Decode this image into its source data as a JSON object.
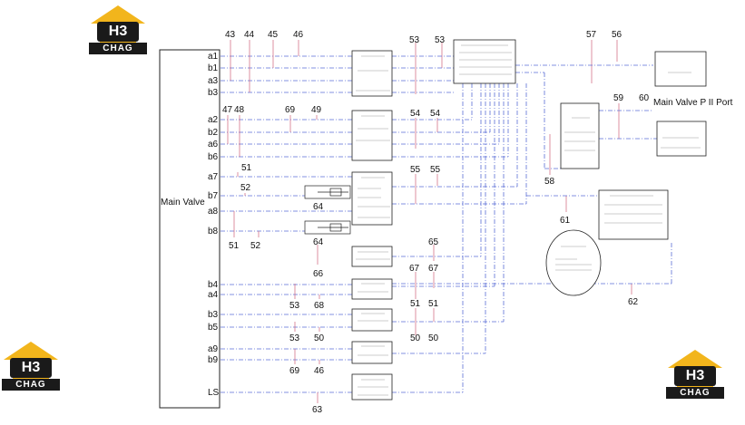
{
  "main_block": {
    "label": "Main Valve"
  },
  "main_valve_port": {
    "label": "Main Valve P II  Port"
  },
  "ports": [
    "a1",
    "b1",
    "a3",
    "b3",
    "a2",
    "b2",
    "a6",
    "b6",
    "a7",
    "b7",
    "a8",
    "b8",
    "b4",
    "a4",
    "b3",
    "b5",
    "a9",
    "b9",
    "LS"
  ],
  "top_numbers": [
    "43",
    "44",
    "45",
    "46",
    "53",
    "53",
    "57",
    "56"
  ],
  "mid_numbers": [
    "47",
    "48",
    "69",
    "49",
    "54",
    "54",
    "59",
    "60"
  ],
  "callouts": [
    "51",
    "52",
    "64",
    "64",
    "51",
    "52",
    "55",
    "55",
    "58",
    "61",
    "65",
    "66",
    "67",
    "67",
    "62",
    "53",
    "68",
    "51",
    "51",
    "53",
    "50",
    "50",
    "50",
    "69",
    "46",
    "63"
  ],
  "logos": [
    {
      "mark": "H3",
      "word": "CHAG"
    },
    {
      "mark": "H3",
      "word": "CHAG"
    },
    {
      "mark": "H3",
      "word": "CHAG"
    }
  ],
  "colors": {
    "line": "#222222",
    "dash": "#5b6fd6",
    "pink": "#d0607a",
    "logo_gold": "#f2b51c"
  }
}
